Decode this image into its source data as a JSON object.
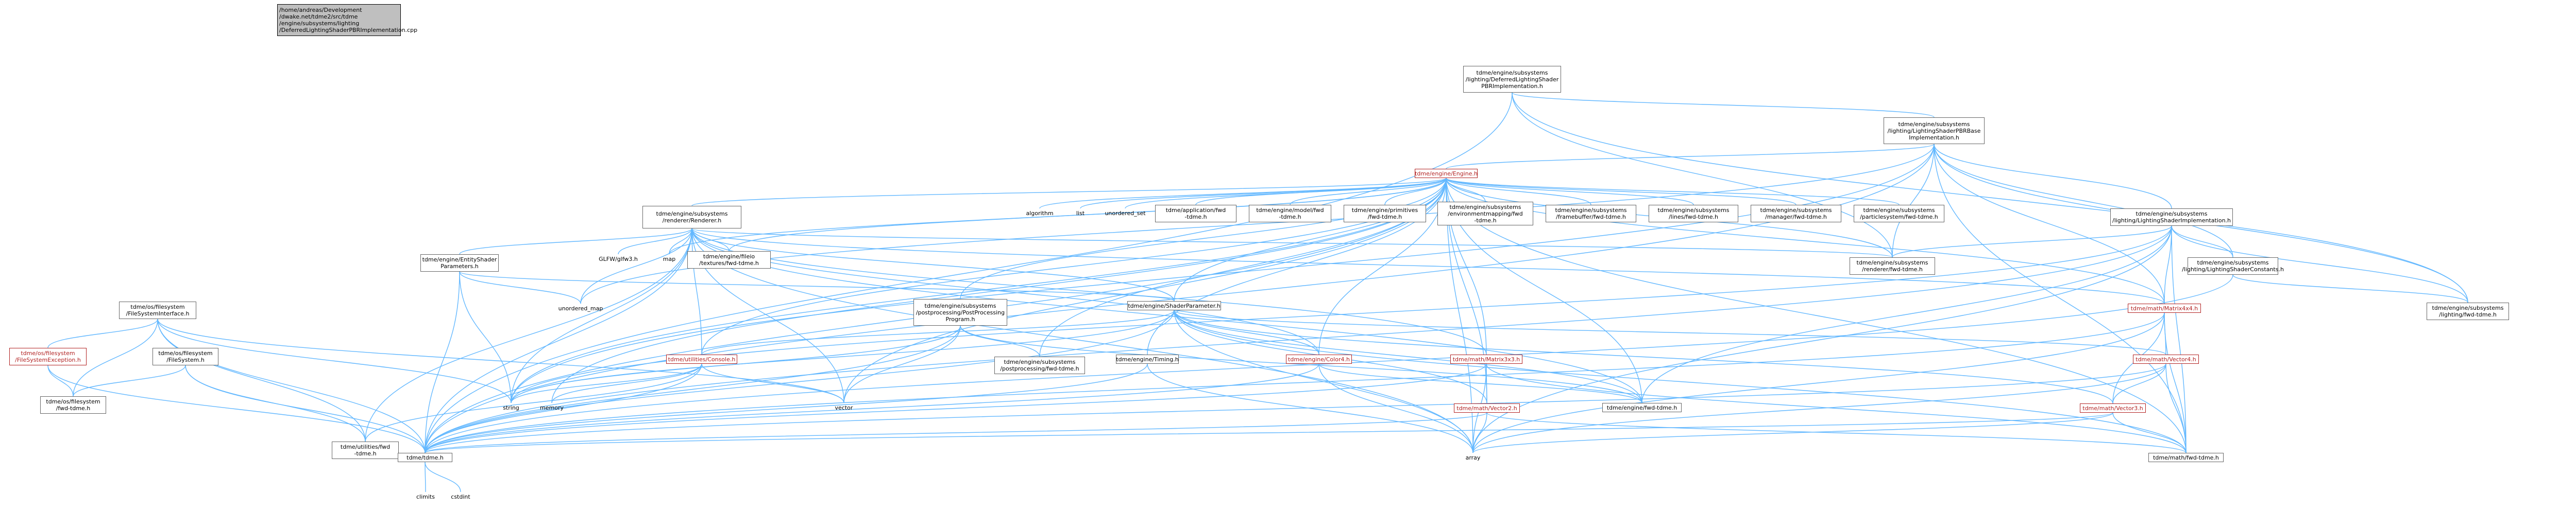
{
  "nodes": {
    "root": "/home/andreas/Development\n/dwake.net/tdme2/src/tdme\n/engine/subsystems/lighting\n/DeferredLightingShaderPBRImplementation.cpp",
    "deferred_pbr_h": "tdme/engine/subsystems\n/lighting/DeferredLightingShader\nPBRImplementation.h",
    "lighting_pbr_base_h": "tdme/engine/subsystems\n/lighting/LightingShaderPBRBase\nImplementation.h",
    "engine_h": "tdme/engine/Engine.h",
    "renderer_h": "tdme/engine/subsystems\n/renderer/Renderer.h",
    "lighting_impl_h": "tdme/engine/subsystems\n/lighting/LightingShaderImplementation.h",
    "lighting_const_h": "tdme/engine/subsystems\n/lighting/LightingShaderConstants.h",
    "lighting_fwd_h": "tdme/engine/subsystems\n/lighting/fwd-tdme.h",
    "renderer_fwd_h": "tdme/engine/subsystems\n/renderer/fwd-tdme.h",
    "fs_interface_h": "tdme/os/filesystem\n/FileSystemInterface.h",
    "fs_exception_h": "tdme/os/filesystem\n/FileSystemException.h",
    "fs_h": "tdme/os/filesystem\n/FileSystem.h",
    "fs_fwd_h": "tdme/os/filesystem\n/fwd-tdme.h",
    "utils_fwd_h": "tdme/utilities/fwd\n-tdme.h",
    "entity_shader_params_h": "tdme/engine/EntityShader\nParameters.h",
    "shader_param_h": "tdme/engine/ShaderParameter.h",
    "postprocessing_program_h": "tdme/engine/subsystems\n/postprocessing/PostProcessing\nProgram.h",
    "postprocessing_fwd_h": "tdme/engine/subsystems\n/postprocessing/fwd-tdme.h",
    "console_h": "tdme/utilities/Console.h",
    "timing_h": "tdme/engine/Timing.h",
    "color4_h": "tdme/engine/Color4.h",
    "matrix3x3_h": "tdme/math/Matrix3x3.h",
    "matrix4x4_h": "tdme/math/Matrix4x4.h",
    "vector4_h": "tdme/math/Vector4.h",
    "vector3_h": "tdme/math/Vector3.h",
    "vector2_h": "tdme/math/Vector2.h",
    "engine_fwd_h": "tdme/engine/fwd-tdme.h",
    "math_fwd_h": "tdme/math/fwd-tdme.h",
    "tdme_h": "tdme/tdme.h",
    "climits": "climits",
    "cstdint": "cstdint",
    "array": "array",
    "string": "string",
    "memory": "memory",
    "vector": "vector",
    "unordered_map": "unordered_map",
    "map": "map",
    "algorithm": "algorithm",
    "list": "list",
    "unordered_set": "unordered_set",
    "glfw": "GLFW/glfw3.h",
    "textures_fwd_h": "tdme/engine/fileio\n/textures/fwd-tdme.h",
    "application_fwd_h": "tdme/application/fwd\n-tdme.h",
    "model_fwd_h": "tdme/engine/model/fwd\n-tdme.h",
    "primitives_fwd_h": "tdme/engine/primitives\n/fwd-tdme.h",
    "envmapping_fwd_h": "tdme/engine/subsystems\n/environmentmapping/fwd\n-tdme.h",
    "framebuffer_fwd_h": "tdme/engine/subsystems\n/framebuffer/fwd-tdme.h",
    "lines_fwd_h": "tdme/engine/subsystems\n/lines/fwd-tdme.h",
    "manager_fwd_h": "tdme/engine/subsystems\n/manager/fwd-tdme.h",
    "particlesystem_fwd_h": "tdme/engine/subsystems\n/particlesystem/fwd-tdme.h"
  },
  "colors": {
    "edge": "#63b8ff",
    "edge_red": "#b22222",
    "root_fill": "#bfbfbf",
    "red_text": "#b22222"
  }
}
